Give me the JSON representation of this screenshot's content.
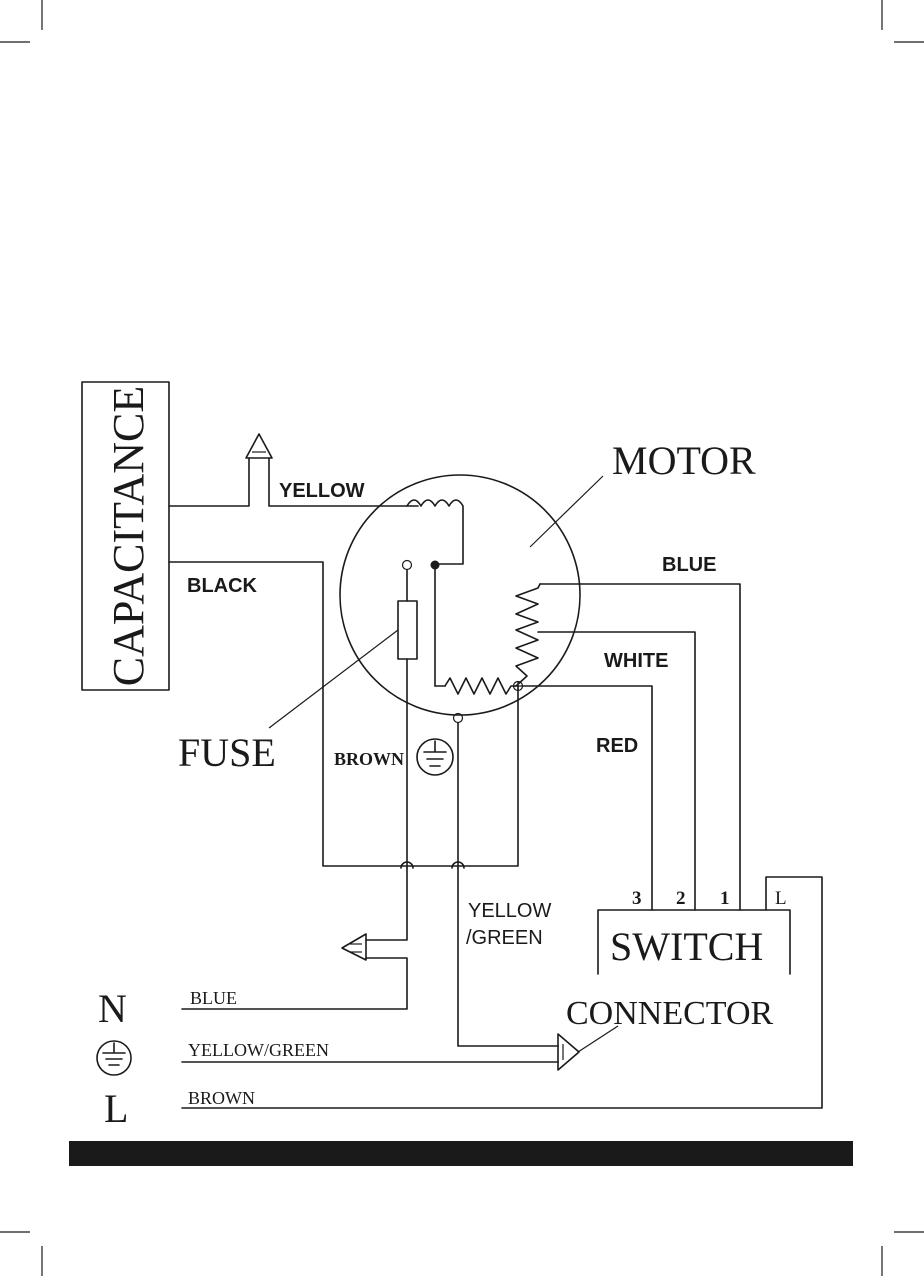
{
  "components": {
    "capacitance": "CAPACITANCE",
    "motor": "MOTOR",
    "fuse": "FUSE",
    "switch": "SWITCH",
    "connector": "CONNECTOR"
  },
  "wire_labels": {
    "yellow": "YELLOW",
    "black": "BLACK",
    "blue": "BLUE",
    "white": "WHITE",
    "red": "RED",
    "brown": "BROWN",
    "yellow_green_line1": "YELLOW",
    "yellow_green_line2": "/GREEN"
  },
  "switch_terminals": [
    "3",
    "2",
    "1",
    "L"
  ],
  "mains": {
    "n_symbol": "N",
    "l_symbol": "L",
    "n_wire": "BLUE",
    "earth_wire": "YELLOW/GREEN",
    "l_wire": "BROWN"
  },
  "icons": [
    "earth-ground-icon",
    "plug-connector-icon",
    "coil-icon",
    "resistor-zigzag-icon"
  ],
  "colors": {
    "ink": "#1a1a1a",
    "footer_bar": "#1a1a1a",
    "background": "#ffffff"
  }
}
